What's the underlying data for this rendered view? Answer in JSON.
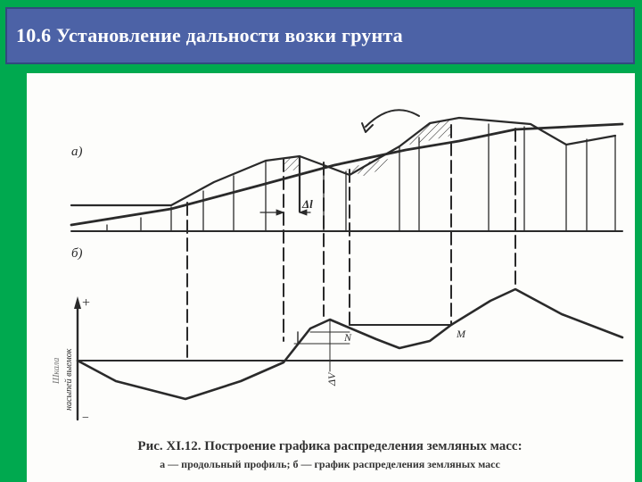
{
  "slide": {
    "title": "10.6 Установление дальности возки грунта",
    "colors": {
      "background": "#00a94f",
      "title_bar": "#4c62a6",
      "title_text": "#ffffff",
      "panel": "#fdfdfb",
      "ink": "#2a2a2a"
    }
  },
  "figure": {
    "label_a": "a)",
    "label_b": "б)",
    "delta_l": "Δl",
    "delta_v": "ΔV",
    "point_n": "N",
    "point_m": "M",
    "axis_plus": "+",
    "axis_minus": "−",
    "axis_label_top": "Шкала",
    "axis_label_bottom": "насыпей выемок",
    "caption_line1": "Рис. XI.12. Построение графика распределения земляных масс:",
    "caption_line2": "а — продольный профиль; б — график распределения земляных масс"
  }
}
